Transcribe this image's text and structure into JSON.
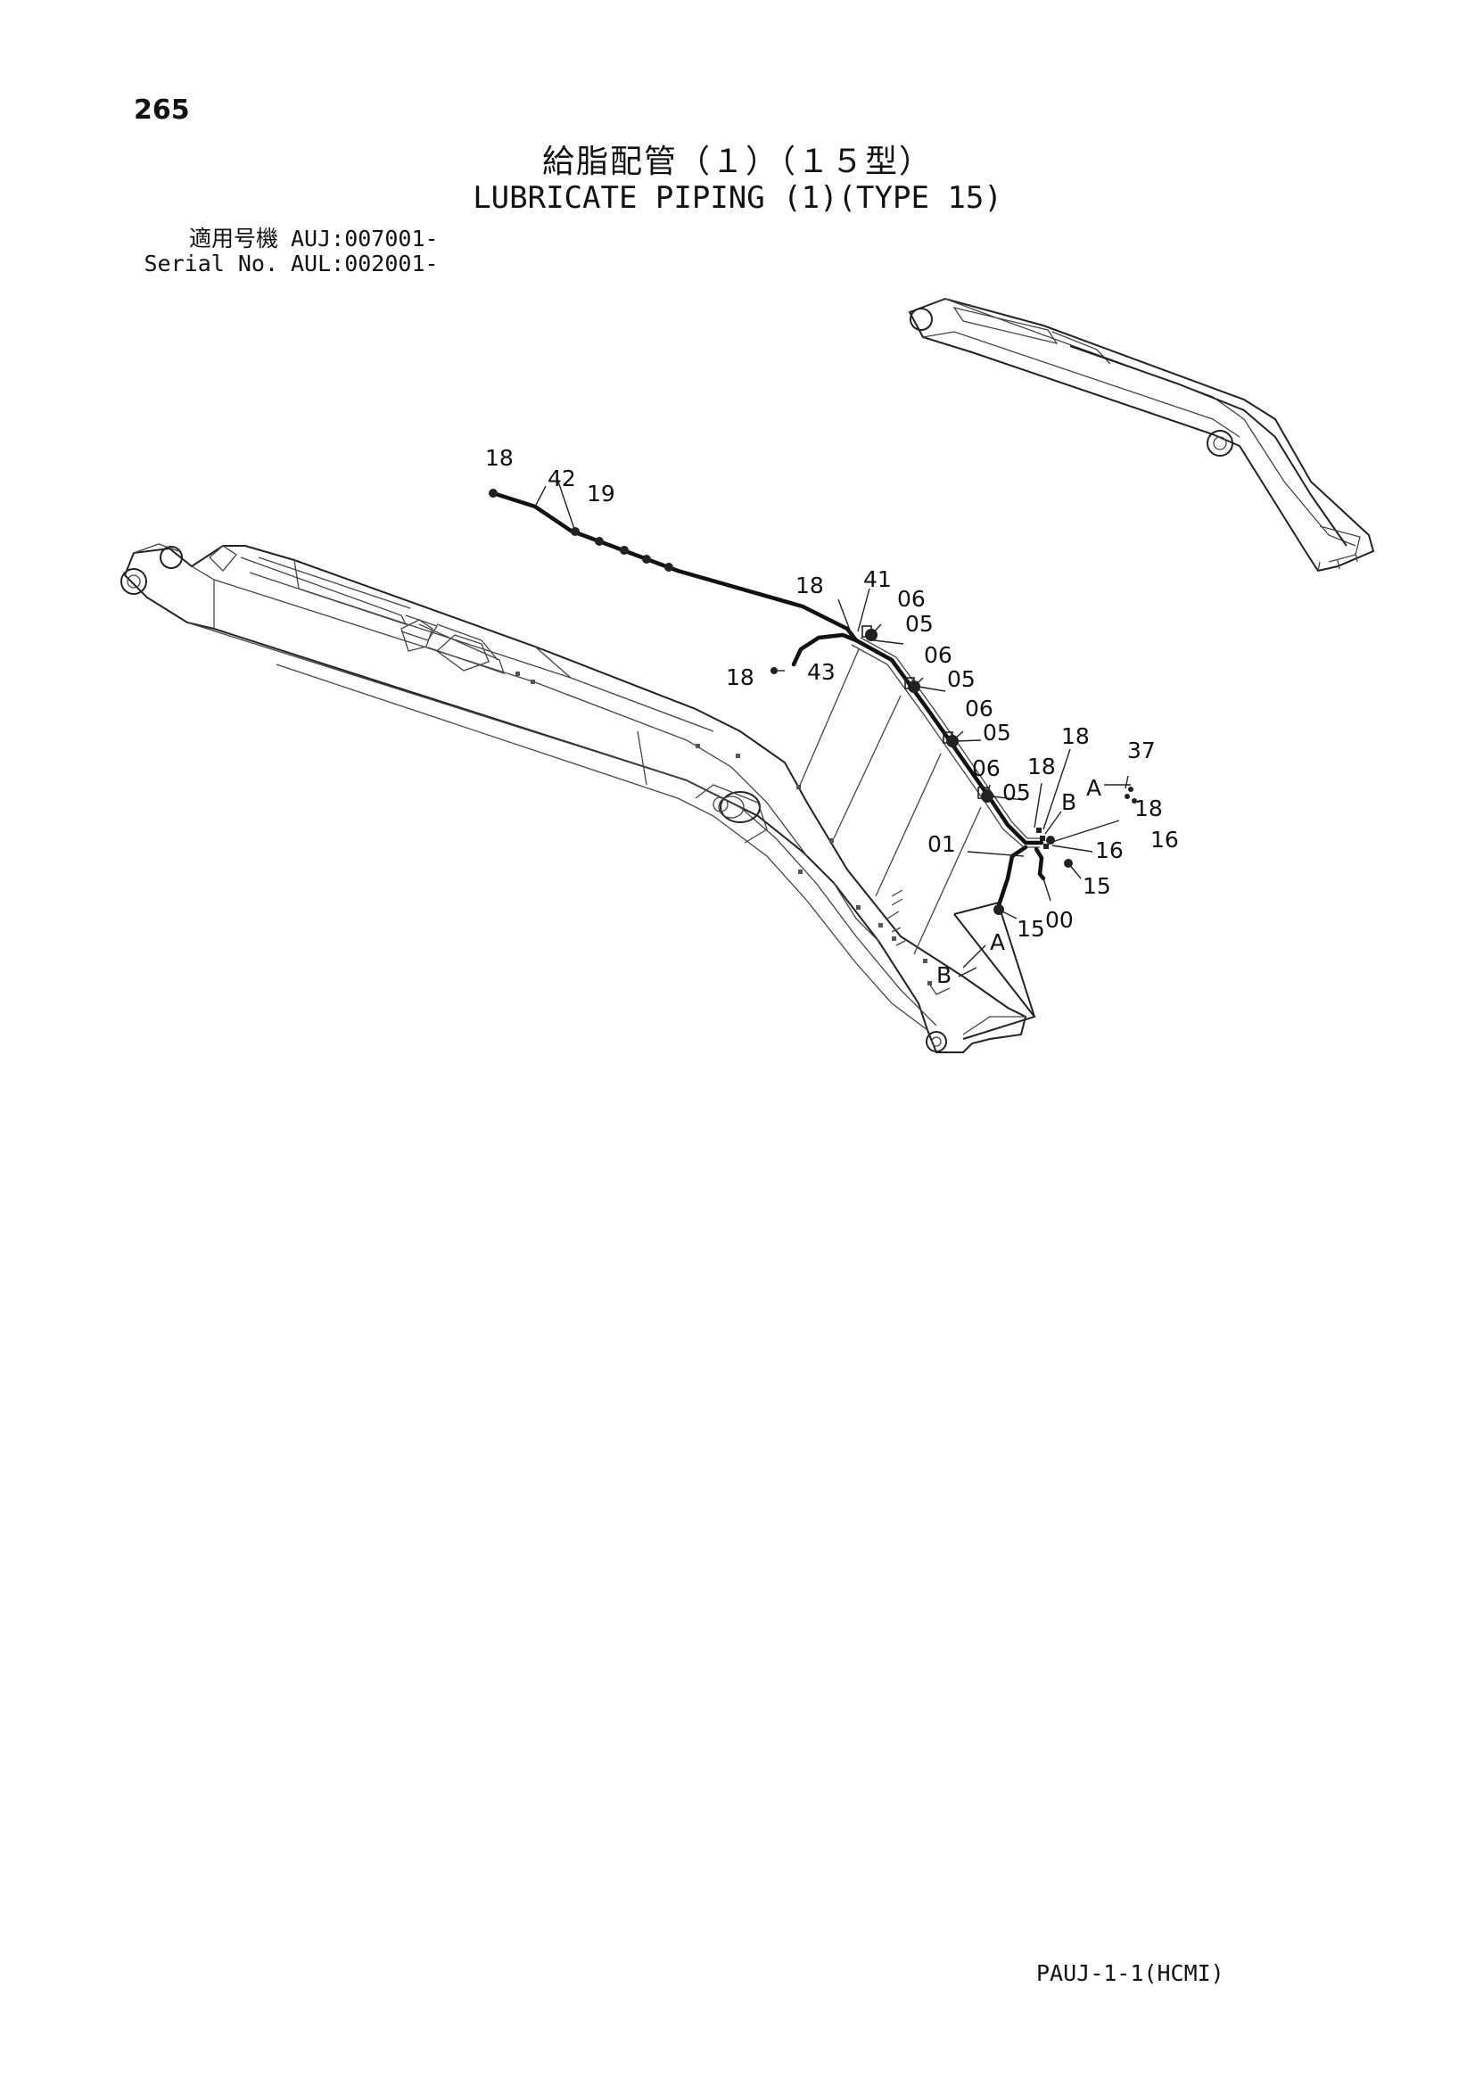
{
  "page_number": "265",
  "title_ja": "給脂配管（１）（１５型）",
  "title_en": "LUBRICATE PIPING (1)(TYPE 15)",
  "serial": [
    {
      "label": "適用号機",
      "value": "AUJ:007001-"
    },
    {
      "label": "Serial No.",
      "value": "AUL:002001-"
    }
  ],
  "callouts": {
    "c18a": "18",
    "c42": "42",
    "c19": "19",
    "c18b": "18",
    "c41": "41",
    "c06a": "06",
    "c05a": "05",
    "c18c": "18",
    "c43": "43",
    "c06b": "06",
    "c05b": "05",
    "c06c": "06",
    "c05c": "05",
    "c06d": "06",
    "c05d": "05",
    "c18d": "18",
    "c18e": "18",
    "c37": "37",
    "cA1": "A",
    "cB1": "B",
    "c18f": "18",
    "c16a": "16",
    "c16b": "16",
    "c01": "01",
    "c15a": "15",
    "c00": "00",
    "c15b": "15",
    "cA2": "A",
    "cB2": "B"
  },
  "footer_code": "PAUJ-1-1(HCMI)"
}
